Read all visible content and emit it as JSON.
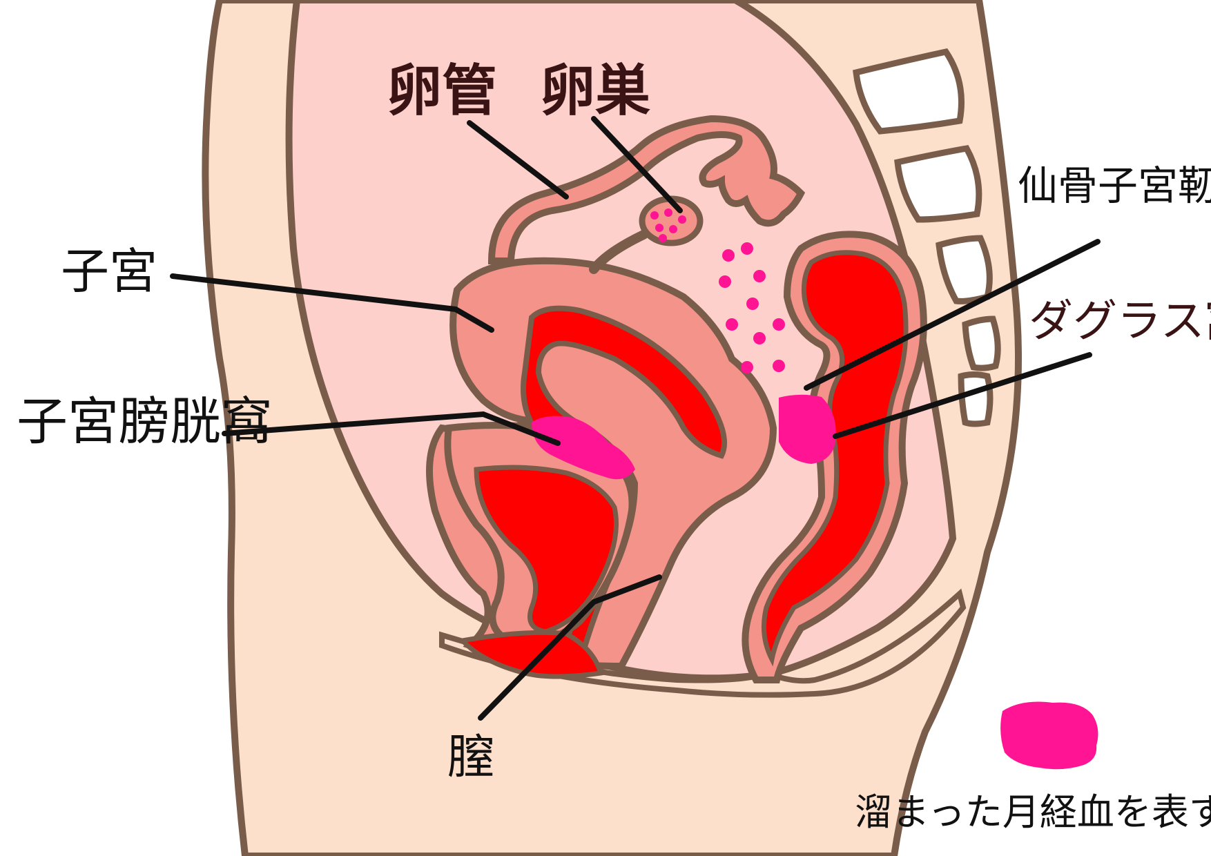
{
  "labels": {
    "oviduct": "卵管",
    "ovary": "卵巣",
    "uterus": "子宮",
    "vesicouterine_pouch": "子宮膀胱窩",
    "uterosacral_ligament": "仙骨子宮靭帯",
    "pouch_of_douglas": "ダグラス窩",
    "vagina": "膣"
  },
  "legend": {
    "text": "溜まった月経血を表す",
    "color": "#ff1493"
  },
  "colors": {
    "outline": "#7a5c4a",
    "skin": "#fde0cc",
    "cavity": "#fdd0cc",
    "organ": "#f4938a",
    "blood": "#ff0000",
    "menstrual_blood": "#ff1493",
    "bone": "#ffffff",
    "leader_line": "#111111"
  }
}
